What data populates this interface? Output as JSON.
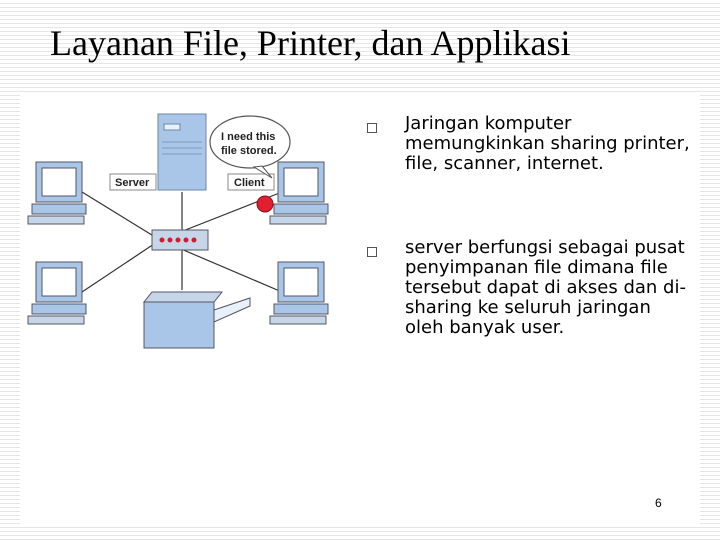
{
  "slide": {
    "title": "Layanan File, Printer,  dan Applikasi",
    "page_number": "6"
  },
  "figure": {
    "server_label": "Server",
    "client_label": "Client",
    "bubble_line1": "I need this",
    "bubble_line2": "file stored."
  },
  "bullets": [
    {
      "text": "Jaringan komputer memungkinkan sharing printer, file, scanner, internet."
    },
    {
      "text": "server berfungsi sebagai pusat penyimpanan file dimana file tersebut dapat di akses dan di-sharing ke seluruh jaringan oleh banyak user."
    }
  ],
  "colors": {
    "device_blue": "#a9c6e8",
    "client_dot": "#e0202e",
    "hub_dots": "#d01c2c"
  }
}
